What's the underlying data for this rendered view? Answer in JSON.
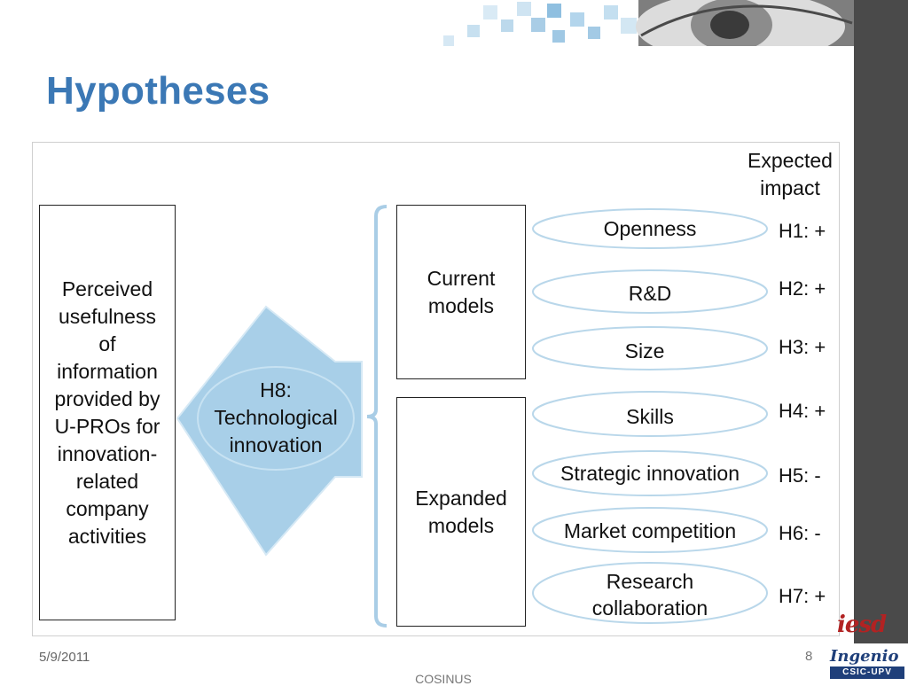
{
  "slide": {
    "title": "Hypotheses",
    "date": "5/9/2011",
    "footer_center": "COSINUS",
    "page_number": "8"
  },
  "diagram": {
    "impact_header": "Expected\nimpact",
    "outcome_box": "Perceived\nusefulness\nof\ninformation\nprovided by\nU-PROs for\ninnovation-\nrelated\ncompany\nactivities",
    "moderator": "H8:\nTechnological\ninnovation",
    "current_models": "Current\nmodels",
    "expanded_models": "Expanded\nmodels",
    "factors": [
      {
        "label": "Openness",
        "hypothesis": "H1: +"
      },
      {
        "label": "R&D",
        "hypothesis": "H2: +"
      },
      {
        "label": "Size",
        "hypothesis": "H3: +"
      },
      {
        "label": "Skills",
        "hypothesis": "H4: +"
      },
      {
        "label": "Strategic innovation",
        "hypothesis": "H5: -"
      },
      {
        "label": "Market competition",
        "hypothesis": "H6: -"
      },
      {
        "label": "Research\ncollaboration",
        "hypothesis": "H7: +"
      }
    ]
  },
  "logos": {
    "iesd": "iesd",
    "ingenio_name": "Ingenio",
    "ingenio_band": "CSIC-UPV"
  },
  "colors": {
    "title": "#3b78b5",
    "arrow_fill": "#a8cfe8",
    "oval_stroke": "#b9d7ea",
    "bracket": "#a9cde6",
    "right_bar": "#4a4a4a"
  }
}
